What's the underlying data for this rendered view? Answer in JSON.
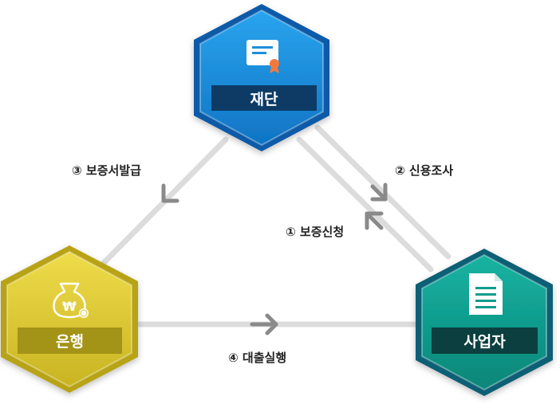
{
  "nodes": {
    "foundation": {
      "label": "재단",
      "color": "#1e8fd8"
    },
    "business": {
      "label": "사업자",
      "color": "#0f9c8c"
    },
    "bank": {
      "label": "은행",
      "color": "#d9c52b"
    }
  },
  "edges": {
    "apply": {
      "label": "① 보증신청"
    },
    "credit": {
      "label": "② 신용조사"
    },
    "issue": {
      "label": "③ 보증서발급"
    },
    "loan": {
      "label": "④ 대출실행"
    }
  },
  "icons": {
    "foundation": "certificate-icon",
    "business": "document-icon",
    "bank": "money-bag-icon"
  }
}
